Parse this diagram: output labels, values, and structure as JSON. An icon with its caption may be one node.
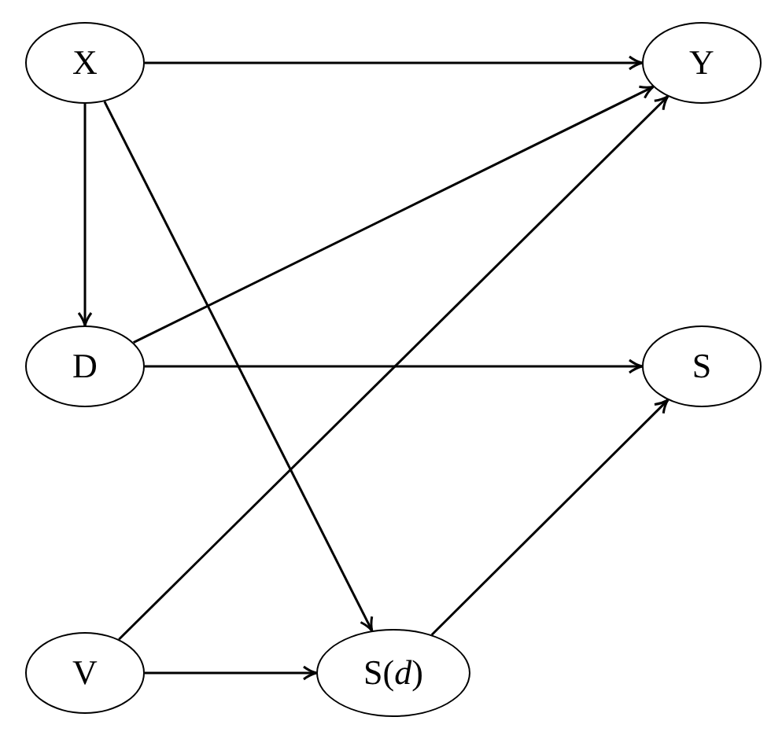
{
  "diagram": {
    "nodes": [
      {
        "text": [
          "X"
        ]
      },
      {
        "text": [
          "Y"
        ]
      },
      {
        "text": [
          "D"
        ]
      },
      {
        "text": [
          "S"
        ]
      },
      {
        "text": [
          "V"
        ]
      },
      {
        "text": [
          "S(*d*)"
        ]
      }
    ],
    "edges": [
      {
        "from": 0,
        "to": 1,
        "arrow": "to"
      },
      {
        "from": 0,
        "to": 2,
        "arrow": "to"
      },
      {
        "from": 0,
        "to": 5,
        "arrow": "to"
      },
      {
        "from": 2,
        "to": 1,
        "arrow": "to"
      },
      {
        "from": 2,
        "to": 3,
        "arrow": "to"
      },
      {
        "from": 4,
        "to": 1,
        "arrow": "to"
      },
      {
        "from": 4,
        "to": 5,
        "arrow": "to"
      },
      {
        "from": 5,
        "to": 3,
        "arrow": "to"
      }
    ]
  }
}
